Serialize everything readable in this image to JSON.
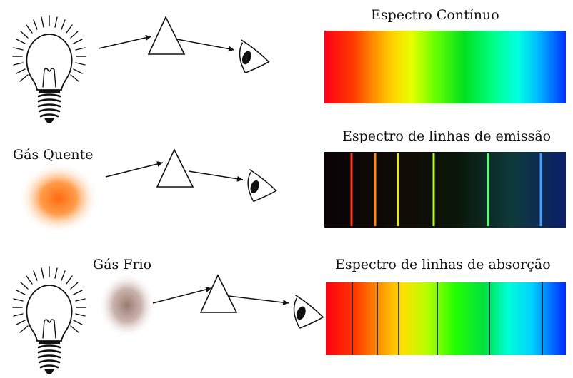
{
  "labels": {
    "continuous_title": "Espectro Contínuo",
    "emission_title": "Espectro de linhas de emissão",
    "absorption_title": "Espectro de linhas de absorção",
    "hot_gas": "Gás Quente",
    "cold_gas": "Gás Frio"
  },
  "colors": {
    "hot_gas": "#ff7a1e",
    "cold_gas": "#a88878",
    "emission_background": "#08060a",
    "absorption_line": "#1a1a3a"
  },
  "rows": [
    {
      "name": "continuous",
      "source": "light-bulb-icon",
      "optics": [
        "prism-icon",
        "eye-icon"
      ]
    },
    {
      "name": "emission",
      "source": "hot-gas-cloud",
      "optics": [
        "prism-icon",
        "eye-icon"
      ]
    },
    {
      "name": "absorption",
      "source": "light-bulb-icon",
      "filter": "cold-gas-cloud",
      "optics": [
        "prism-icon",
        "eye-icon"
      ]
    }
  ]
}
